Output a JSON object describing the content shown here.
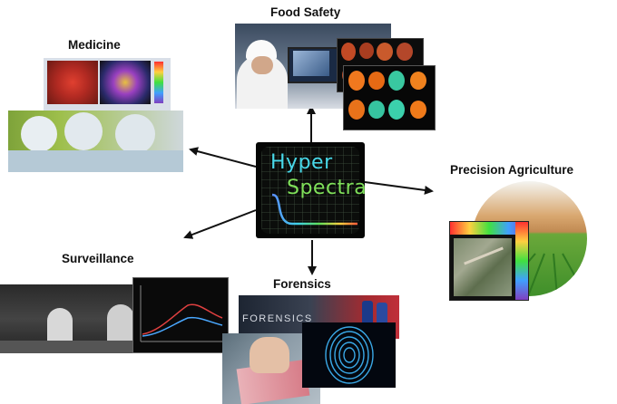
{
  "center": {
    "line1": "Hyper",
    "line2": "Spectral"
  },
  "labels": {
    "food_safety": "Food Safety",
    "medicine": "Medicine",
    "precision_agriculture": "Precision Agriculture",
    "surveillance": "Surveillance",
    "forensics": "Forensics"
  },
  "forensics_banner": "FORENSICS",
  "colors": {
    "arrow": "#111111",
    "monitor_bg": "#0b0d0b",
    "hyper_text": "#48d8e8",
    "spectral_text": "#7fe05a"
  }
}
